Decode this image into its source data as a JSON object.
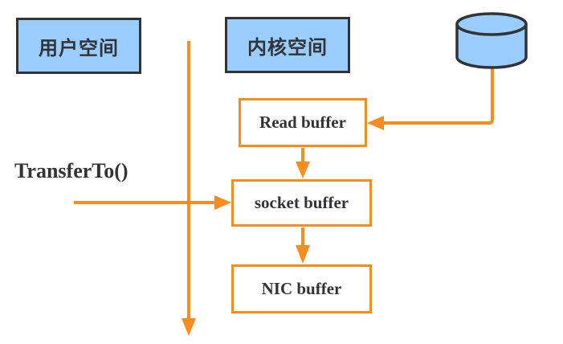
{
  "diagram": {
    "title_semantics": "zero-copy transfer flow",
    "user_space_label": "用户空间",
    "kernel_space_label": "内核空间",
    "transfer_to_label": "TransferTo()",
    "nodes": {
      "read_buffer": "Read buffer",
      "socket_buffer": "socket buffer",
      "nic_buffer": "NIC buffer"
    },
    "icons": {
      "disk": "database-cylinder-icon"
    },
    "arrows": [
      "space-divider-arrow-down",
      "disk-to-read-buffer-arrow",
      "read-buffer-to-socket-buffer-arrow",
      "transferto-to-socket-buffer-arrow",
      "socket-buffer-to-nic-buffer-arrow"
    ]
  },
  "colors": {
    "accent_orange": "#F98C1E",
    "node_fill_blue": "#99CCFF",
    "border_dark": "#333333",
    "text_dark": "#333333",
    "background": "#FFFFFF"
  }
}
